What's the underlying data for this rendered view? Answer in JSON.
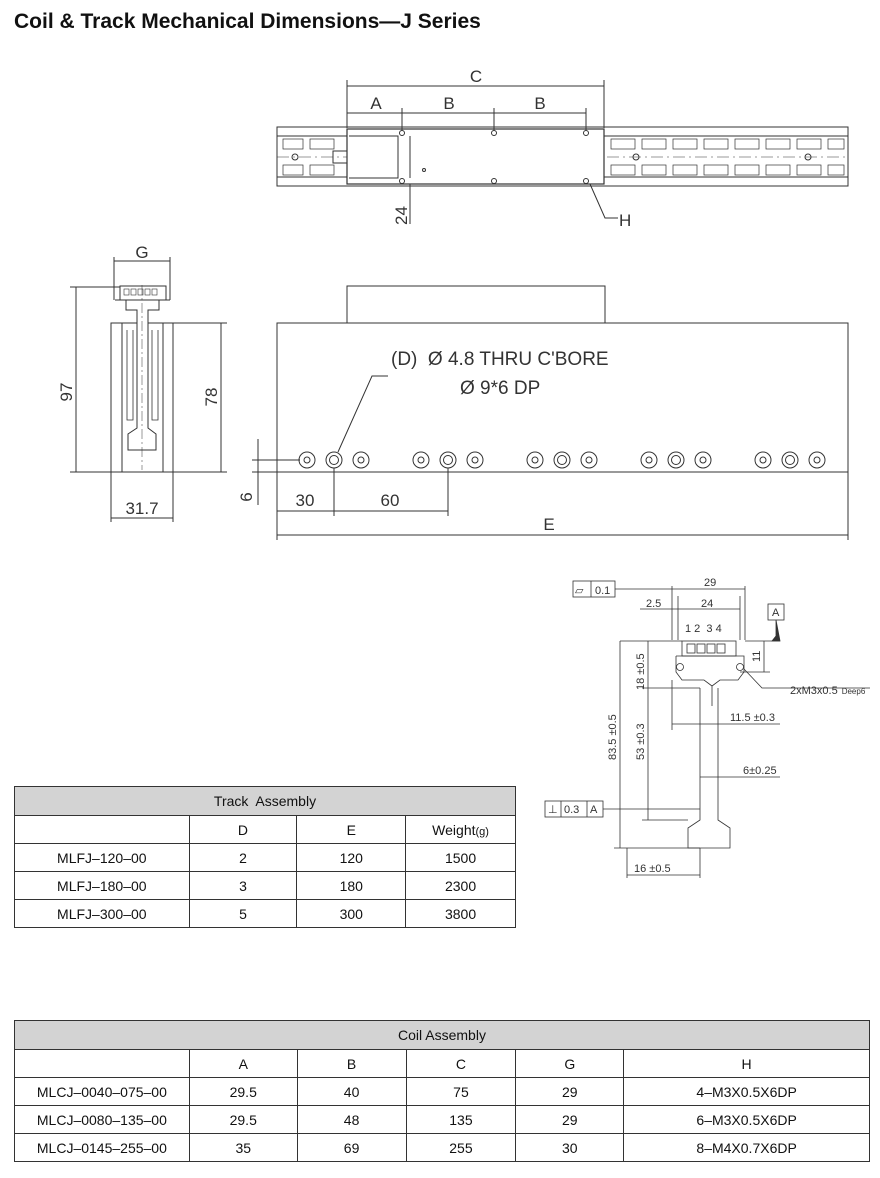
{
  "title": "Coil & Track Mechanical Dimensions—J Series",
  "top_view": {
    "dim_C": "C",
    "dim_A": "A",
    "dim_B1": "B",
    "dim_B2": "B",
    "dim_24": "24",
    "dim_H": "H"
  },
  "end_view": {
    "dim_G": "G",
    "dim_97": "97",
    "dim_78": "78",
    "dim_31_7": "31.7"
  },
  "side_view": {
    "note_line1": "(D)  Ø 4.8 THRU C'BORE",
    "note_line2": "Ø 9*6 DP",
    "dim_6": "6",
    "dim_30": "30",
    "dim_60": "60",
    "dim_E": "E"
  },
  "detail": {
    "flatness_sym": "▱",
    "flatness_val": "0.1",
    "dim_29": "29",
    "dim_2_5": "2.5",
    "dim_24": "24",
    "datum_A": "A",
    "pins": "1 2  3 4",
    "dim_11": "11",
    "dim_18": "18 ±0.5",
    "thread": "2xM3x0.5",
    "thread_deep": "Deep6",
    "dim_11_5": "11.5 ±0.3",
    "dim_83_5": "83.5 ±0.5",
    "dim_53": "53 ±0.3",
    "dim_6": "6±0.25",
    "perp_sym": "⊥",
    "perp_val": "0.3",
    "perp_datum": "A",
    "dim_16": "16 ±0.5"
  },
  "track_table": {
    "title": "Track  Assembly",
    "headers": [
      "",
      "D",
      "E",
      "Weight"
    ],
    "weight_unit": "(g)",
    "rows": [
      [
        "MLFJ–120–00",
        "2",
        "120",
        "1500"
      ],
      [
        "MLFJ–180–00",
        "3",
        "180",
        "2300"
      ],
      [
        "MLFJ–300–00",
        "5",
        "300",
        "3800"
      ]
    ]
  },
  "coil_table": {
    "title": "Coil Assembly",
    "headers": [
      "",
      "A",
      "B",
      "C",
      "G",
      "H"
    ],
    "rows": [
      [
        "MLCJ–0040–075–00",
        "29.5",
        "40",
        "75",
        "29",
        "4–M3X0.5X6DP"
      ],
      [
        "MLCJ–0080–135–00",
        "29.5",
        "48",
        "135",
        "29",
        "6–M3X0.5X6DP"
      ],
      [
        "MLCJ–0145–255–00",
        "35",
        "69",
        "255",
        "30",
        "8–M4X0.7X6DP"
      ]
    ]
  }
}
